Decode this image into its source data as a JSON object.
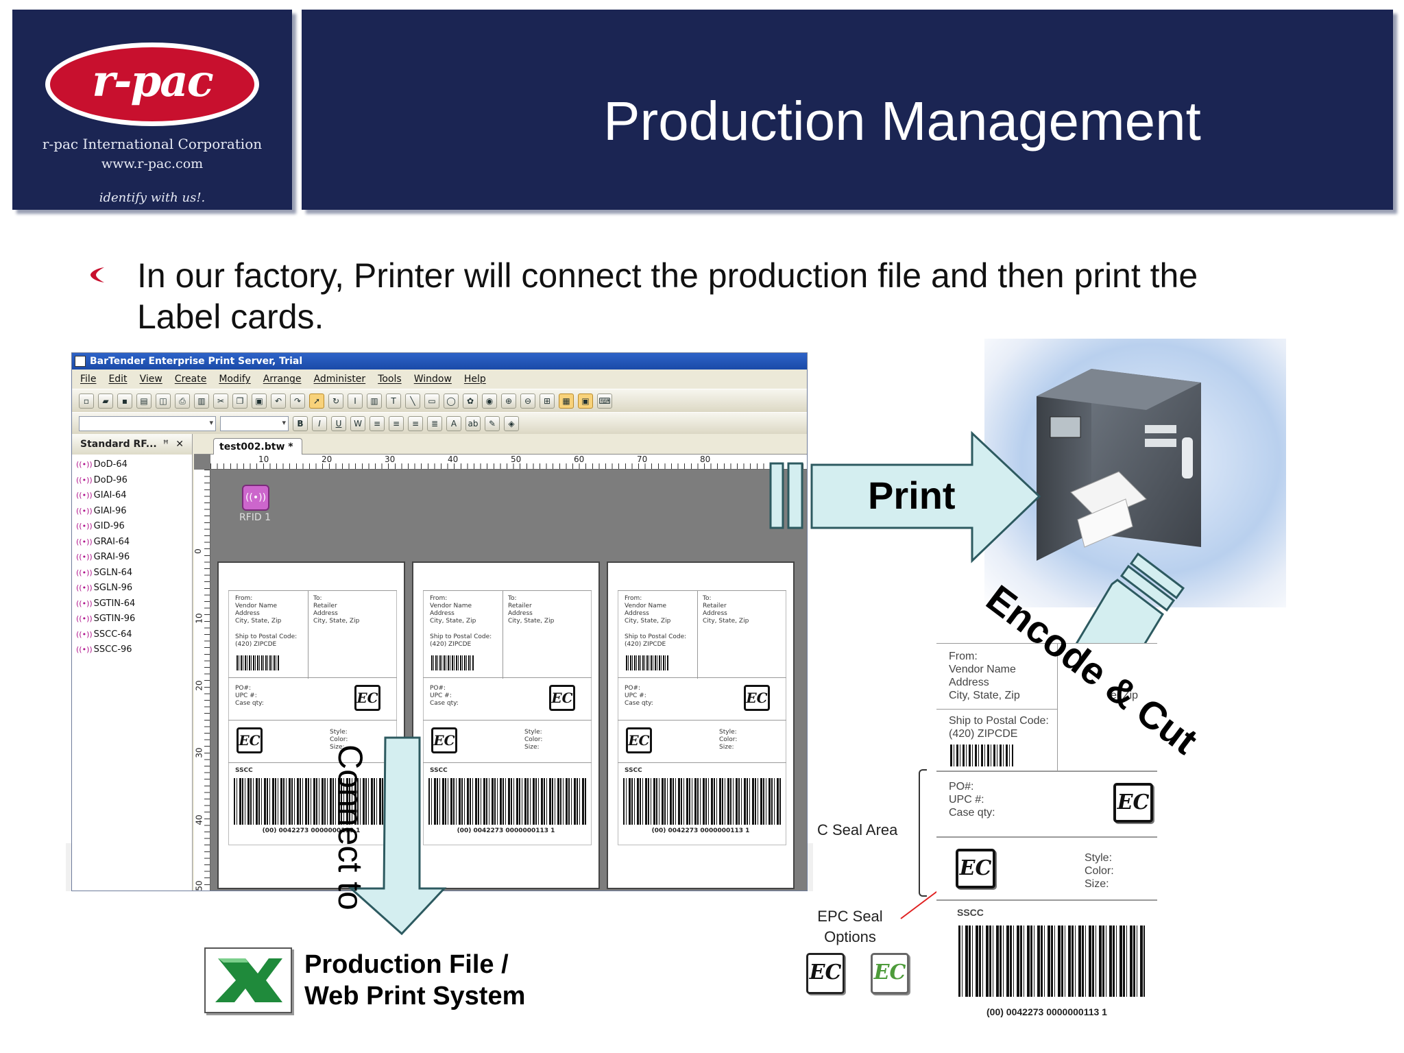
{
  "header": {
    "logo": {
      "wordmark": "r-pac",
      "company": "r-pac International Corporation",
      "website": "www.r-pac.com",
      "tagline": "identify with us!."
    },
    "title": "Production Management"
  },
  "bullet": {
    "text": "In our factory, Printer will connect the production file and then print the Label cards."
  },
  "bartender": {
    "window_title": "BarTender Enterprise Print Server, Trial",
    "menu": [
      "File",
      "Edit",
      "View",
      "Create",
      "Modify",
      "Arrange",
      "Administer",
      "Tools",
      "Window",
      "Help"
    ],
    "panel_title": "Standard RF...",
    "panel_pin": "ꟸ",
    "panel_close": "✕",
    "rfid_items": [
      "DoD-64",
      "DoD-96",
      "GIAI-64",
      "GIAI-96",
      "GID-96",
      "GRAI-64",
      "GRAI-96",
      "SGLN-64",
      "SGLN-96",
      "SGTIN-64",
      "SGTIN-96",
      "SSCC-64",
      "SSCC-96"
    ],
    "doc_tab": "test002.btw *",
    "ruler_h": [
      "10",
      "20",
      "30",
      "40",
      "50",
      "60",
      "70",
      "80"
    ],
    "ruler_v": [
      "0",
      "10",
      "20",
      "30",
      "40",
      "50"
    ],
    "rfid_object_label": "RFID 1",
    "label_card": {
      "from": "From:",
      "vendor": "Vendor Name",
      "address": "Address",
      "city": "City, State, Zip",
      "to": "To:",
      "retailer": "Retailer",
      "ship_to": "Ship to Postal Code:",
      "zip": "(420) ZIPCDE",
      "po": "PO#:",
      "upc": "UPC #:",
      "case": "Case qty:",
      "style": "Style:",
      "color": "Color:",
      "size": "Size:",
      "sscc": "SSCC",
      "barcode_number": "(00) 0042273 0000000113 1"
    }
  },
  "arrows": {
    "print": "Print",
    "connect": "Connect to",
    "encode": "Encode & Cut"
  },
  "production": {
    "line1": "Production File /",
    "line2": "Web Print System"
  },
  "big_label": {
    "from": "From:",
    "vendor": "Vendor Name",
    "address": "Address",
    "city": "City, State, Zip",
    "city_right": "e, Zip",
    "ship_to": "Ship to Postal Code:",
    "zip": "(420) ZIPCDE",
    "po": "PO#:",
    "upc": "UPC #:",
    "case": "Case qty:",
    "style": "Style:",
    "color": "Color:",
    "size": "Size:",
    "sscc": "SSCC",
    "barcode_number": "(00) 0042273 0000000113 1"
  },
  "annotations": {
    "seal_area": "C Seal Area",
    "epc_options": "EPC Seal Options"
  },
  "colors": {
    "header_bg": "#1b2553",
    "logo_red": "#c8102e",
    "arrow_fill": "#d4eef0",
    "arrow_stroke": "#2d5a60",
    "excel_green": "#1f8a3b"
  },
  "icons": {
    "bullet": "crescent-bullet-icon",
    "epc": "epc-seal-icon",
    "rfid": "rfid-icon",
    "excel": "excel-icon",
    "printer": "printer-icon"
  }
}
